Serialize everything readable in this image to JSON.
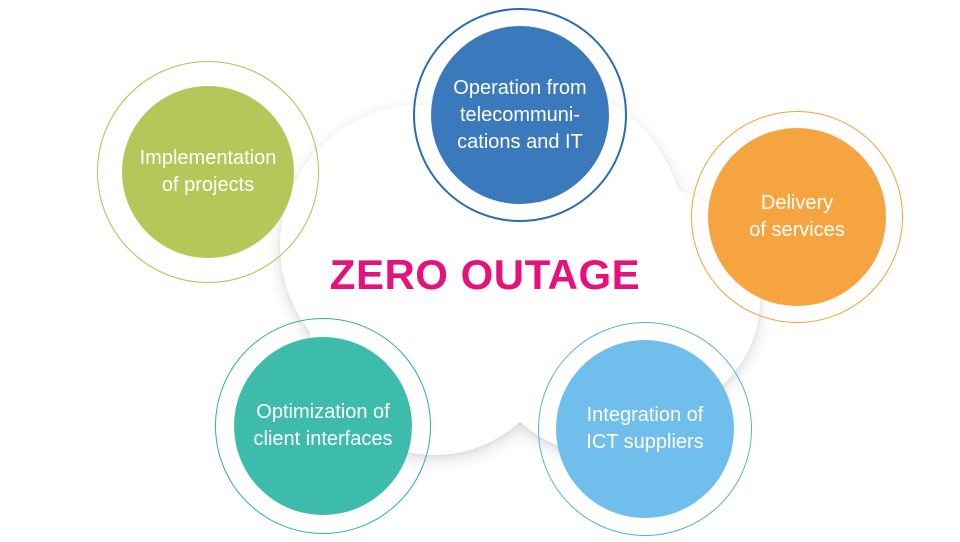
{
  "diagram": {
    "title": {
      "text": "ZERO OUTAGE",
      "color": "#E5127D"
    },
    "background": {
      "page_bg": "#FFFFFF",
      "cloud_fill": "#FFFFFF"
    },
    "nodes": [
      {
        "name": "implementation-of-projects",
        "lines": [
          "Implementation",
          "of projects"
        ],
        "fill": "#B5C758",
        "ring": "#AEC24E",
        "text_color": "#FFFFFF"
      },
      {
        "name": "operation-from-telecommunications-and-it",
        "lines": [
          "Operation from",
          "telecommuni-",
          "cations and IT"
        ],
        "fill": "#3A79BB",
        "ring": "#2B6CB3",
        "text_color": "#FFFFFF"
      },
      {
        "name": "delivery-of-services",
        "lines": [
          "Delivery",
          "of services"
        ],
        "fill": "#F5A440",
        "ring": "#F2A03C",
        "text_color": "#FFFFFF"
      },
      {
        "name": "optimization-of-client-interfaces",
        "lines": [
          "Optimization of",
          "client interfaces"
        ],
        "fill": "#3DBBAB",
        "ring": "#2EB1A1",
        "text_color": "#FFFFFF"
      },
      {
        "name": "integration-of-ict-suppliers",
        "lines": [
          "Integration of",
          "ICT suppliers"
        ],
        "fill": "#70BEEB",
        "ring": "#58B0E3",
        "text_color": "#FFFFFF"
      }
    ]
  }
}
